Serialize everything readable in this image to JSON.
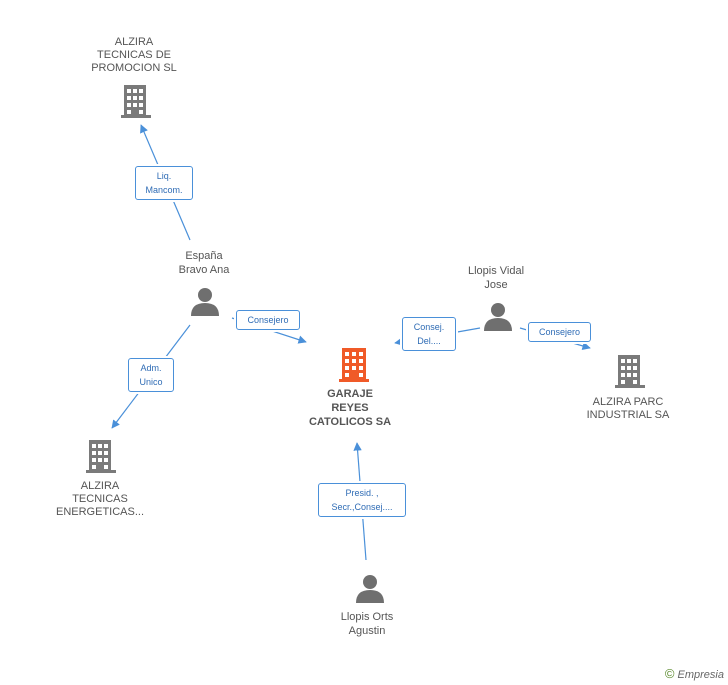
{
  "colors": {
    "edge": "#4a90d9",
    "building": "#7a7a7a",
    "center_building": "#f05a28",
    "person": "#6f6f6f"
  },
  "center_company": {
    "name": "GARAJE\nREYES\nCATOLICOS SA",
    "icon": "building-icon"
  },
  "companies": [
    {
      "id": "alzira-promocion",
      "name": "ALZIRA\nTECNICAS DE\nPROMOCION SL",
      "icon": "building-icon"
    },
    {
      "id": "alzira-energeticas",
      "name": "ALZIRA\nTECNICAS\nENERGETICAS...",
      "icon": "building-icon"
    },
    {
      "id": "alzira-parc",
      "name": "ALZIRA PARC\nINDUSTRIAL SA",
      "icon": "building-icon"
    }
  ],
  "people": [
    {
      "id": "espana",
      "name": "España\nBravo Ana",
      "icon": "person-icon"
    },
    {
      "id": "vidal",
      "name": "Llopis Vidal\nJose",
      "icon": "person-icon"
    },
    {
      "id": "orts",
      "name": "Llopis Orts\nAgustin",
      "icon": "person-icon"
    }
  ],
  "relations": [
    {
      "from": "espana",
      "to": "alzira-promocion",
      "label": "Liq.\nMancom."
    },
    {
      "from": "espana",
      "to": "center",
      "label": "Consejero"
    },
    {
      "from": "espana",
      "to": "alzira-energeticas",
      "label": "Adm.\nUnico"
    },
    {
      "from": "vidal",
      "to": "center",
      "label": "Consej.\nDel...."
    },
    {
      "from": "vidal",
      "to": "alzira-parc",
      "label": "Consejero"
    },
    {
      "from": "orts",
      "to": "center",
      "label": "Presid. ,\nSecr.,Consej...."
    }
  ],
  "footer": {
    "copyright": "©",
    "brand": "Empresia"
  }
}
